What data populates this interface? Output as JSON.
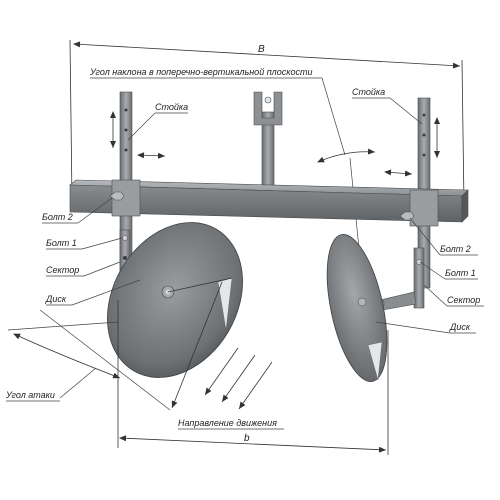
{
  "dimensions": {
    "overall_width": "B",
    "disc_spacing": "b"
  },
  "annotations": {
    "tilt_angle": "Угол наклона в поперечно-вертикальной плоскости",
    "attack_angle": "Угол атаки",
    "direction": "Направление движения"
  },
  "labels": {
    "post_left": "Стойка",
    "post_right": "Стойка",
    "bolt2_left": "Болт 2",
    "bolt1_left": "Болт 1",
    "sector_left": "Сектор",
    "disc_left": "Диск",
    "bolt2_right": "Болт 2",
    "bolt1_right": "Болт 1",
    "sector_right": "Сектор",
    "disc_right": "Диск"
  },
  "colors": {
    "metal": "#8a8d90",
    "metal_dark": "#5c5f62",
    "metal_light": "#b5b8bb",
    "disc": "#7a7d80"
  }
}
